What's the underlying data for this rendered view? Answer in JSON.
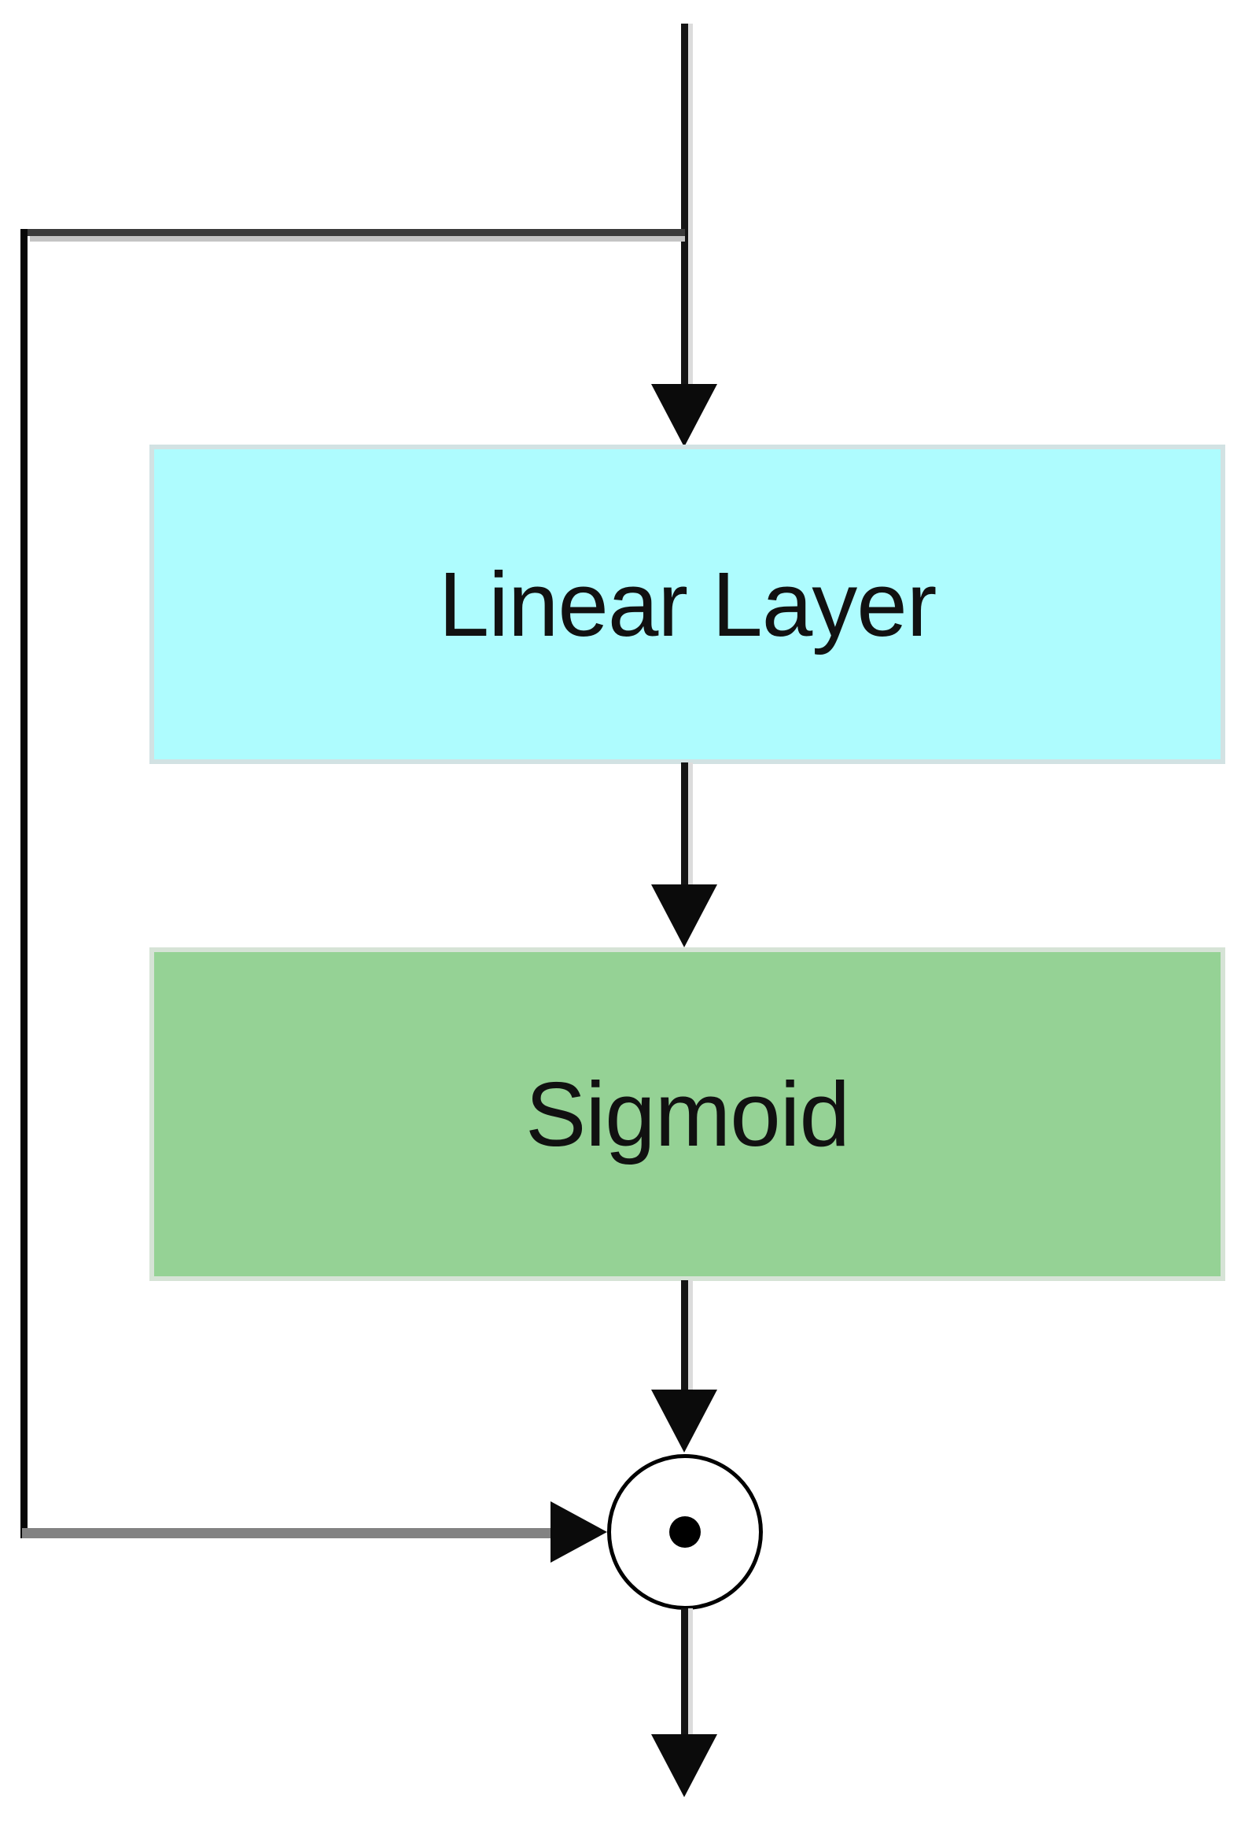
{
  "nodes": {
    "linear_layer": {
      "label": "Linear Layer",
      "fill_color": "#aefcfe",
      "border_color": "#d2e2e3"
    },
    "sigmoid": {
      "label": "Sigmoid",
      "fill_color": "#95d295",
      "border_color": "#d6e3d6"
    },
    "elementwise_product": {
      "icon": "circled-dot-icon",
      "fill_color": "#ffffff",
      "stroke_color": "#000000"
    }
  },
  "connections": {
    "input_flow": "top input splits: down into Linear Layer, left skip branch around to product",
    "arrow_color": "#0b0b0b",
    "main_line_color": "#141414",
    "branch_line_color": "#3b3b3b",
    "skip_line_color": "#828282"
  },
  "canvas": {
    "background_color": "#ffffff"
  }
}
